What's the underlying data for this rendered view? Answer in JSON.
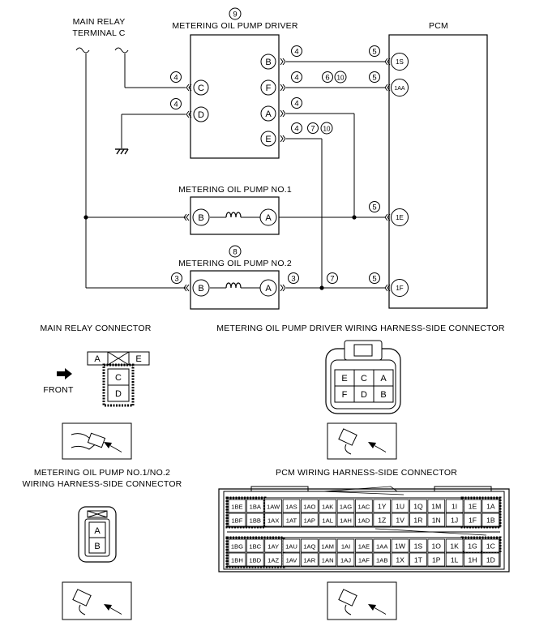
{
  "labels": {
    "main_relay": [
      "MAIN RELAY",
      "TERMINAL C"
    ],
    "driver": "METERING OIL PUMP DRIVER",
    "driver_num": "9",
    "pcm": "PCM",
    "pump1": "METERING OIL PUMP NO.1",
    "pump2": "METERING OIL PUMP NO.2",
    "pump2_num": "8",
    "main_relay_connector": "MAIN RELAY CONNECTOR",
    "driver_connector": "METERING OIL PUMP DRIVER WIRING HARNESS-SIDE CONNECTOR",
    "front": "FRONT",
    "pump_connector": [
      "METERING OIL PUMP NO.1/NO.2",
      "WIRING HARNESS-SIDE CONNECTOR"
    ],
    "pcm_connector": "PCM WIRING HARNESS-SIDE CONNECTOR"
  },
  "driver_pins": [
    "B",
    "F",
    "A",
    "E",
    "C",
    "D"
  ],
  "pcm_pins": [
    "1S",
    "1AA",
    "1E",
    "1F"
  ],
  "pump_pins": [
    "B",
    "A"
  ],
  "circles": {
    "b_wire": "4",
    "b_pcm": "5",
    "f_wire": "4",
    "f_a": "6",
    "f_b": "10",
    "f_pcm": "5",
    "a_wire": "4",
    "e_wire": "4",
    "e_a": "7",
    "e_b": "10",
    "c_wire": "4",
    "d_wire": "4",
    "p1_pcm": "5",
    "p2_left": "3",
    "p2_right": "3",
    "p2_mid": "7",
    "p2_pcm": "5"
  },
  "main_relay_conn": {
    "top": [
      "A",
      "",
      "E"
    ],
    "stack": [
      "C",
      "D"
    ]
  },
  "driver_conn": {
    "rows": [
      [
        "E",
        "C",
        "A"
      ],
      [
        "F",
        "D",
        "B"
      ]
    ]
  },
  "pump_conn": [
    "A",
    "B"
  ],
  "pcm_conn": {
    "rows": [
      [
        "1BE",
        "1BA",
        "1AW",
        "1AS",
        "1AO",
        "1AK",
        "1AG",
        "1AC",
        "1Y",
        "1U",
        "1Q",
        "1M",
        "1I",
        "1E",
        "1A"
      ],
      [
        "1BF",
        "1BB",
        "1AX",
        "1AT",
        "1AP",
        "1AL",
        "1AH",
        "1AD",
        "1Z",
        "1V",
        "1R",
        "1N",
        "1J",
        "1F",
        "1B"
      ],
      [
        "1BG",
        "1BC",
        "1AY",
        "1AU",
        "1AQ",
        "1AM",
        "1AI",
        "1AE",
        "1AA",
        "1W",
        "1S",
        "1O",
        "1K",
        "1G",
        "1C"
      ],
      [
        "1BH",
        "1BD",
        "1AZ",
        "1AV",
        "1AR",
        "1AN",
        "1AJ",
        "1AF",
        "1AB",
        "1X",
        "1T",
        "1P",
        "1L",
        "1H",
        "1D"
      ]
    ]
  }
}
